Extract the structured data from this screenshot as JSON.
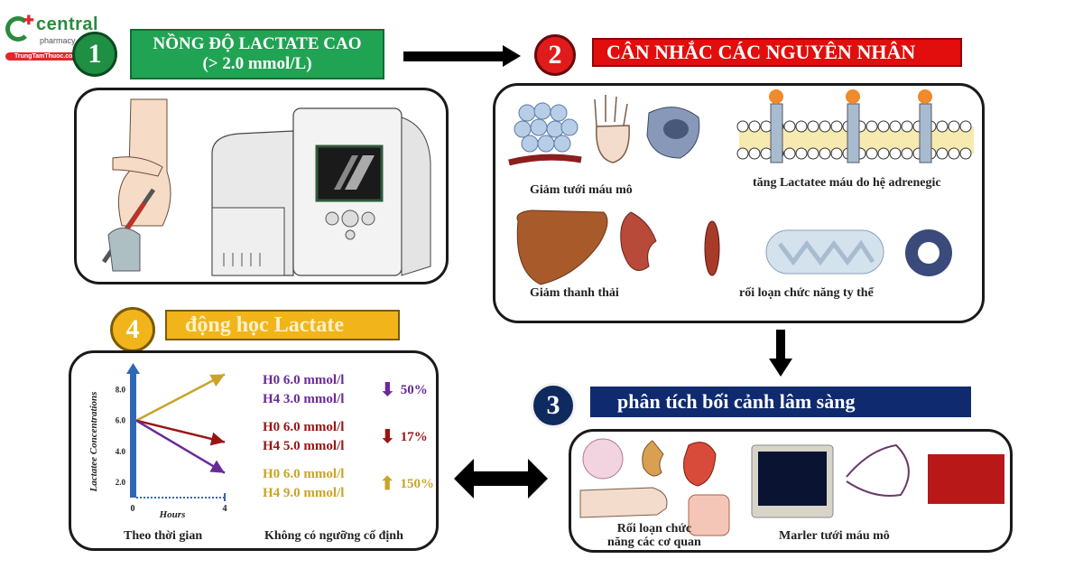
{
  "brand": {
    "name": "central",
    "sub": "pharmacy",
    "site": "TrungTamThuoc.com",
    "colors": {
      "green": "#2a8a3e",
      "red": "#e3262a"
    }
  },
  "steps": [
    {
      "number": "1",
      "title_line1": "NỒNG ĐỘ LACTATE CAO",
      "title_line2": "(> 2.0 mmol/L)",
      "color": "#21a354"
    },
    {
      "number": "2",
      "title": "CÂN NHẮC CÁC NGUYÊN NHÂN",
      "color": "#e20d0d",
      "causes": [
        "Giảm tưới máu mô",
        "tăng Lactatee máu do hệ adrenegic",
        "Giảm thanh thải",
        "rối loạn chức năng ty thể"
      ]
    },
    {
      "number": "3",
      "title": "phân tích bối cảnh lâm sàng",
      "color": "#0f2a6e",
      "labels": [
        "Rối loạn chức",
        "năng các cơ quan",
        "Marler tưới máu mô"
      ]
    },
    {
      "number": "4",
      "title": "động học Lactate",
      "color": "#f1b51b",
      "caption_left": "Theo thời gian",
      "caption_right": "Không có ngưỡng cố định",
      "readouts": [
        {
          "h0": "H0 6.0 mmol/l",
          "h4": "H4 3.0 mmol/l",
          "direction": "down",
          "pct": "50%",
          "color": "#6a2a9a"
        },
        {
          "h0": "H0 6.0 mmol/l",
          "h4": "H4 5.0 mmol/l",
          "direction": "down",
          "pct": "17%",
          "color": "#9a1414"
        },
        {
          "h0": "H0 6.0 mmol/l",
          "h4": "H4 9.0 mmol/l",
          "direction": "up",
          "pct": "150%",
          "color": "#c9a428"
        }
      ]
    }
  ],
  "chart_data": {
    "type": "line",
    "title": "",
    "xlabel": "Hours",
    "ylabel": "Lactatee Concentrations",
    "x": [
      0,
      4
    ],
    "x_ticks": [
      "0",
      "4"
    ],
    "y_ticks": [
      "2.0",
      "4.0",
      "6.0",
      "8.0"
    ],
    "ylim": [
      1,
      9.5
    ],
    "series": [
      {
        "name": "increase",
        "values": [
          6.0,
          9.0
        ],
        "color": "#c9a428"
      },
      {
        "name": "slight decrease",
        "values": [
          6.0,
          4.6
        ],
        "color": "#9a1414"
      },
      {
        "name": "decrease",
        "values": [
          6.0,
          2.6
        ],
        "color": "#6a2a9a"
      }
    ]
  }
}
